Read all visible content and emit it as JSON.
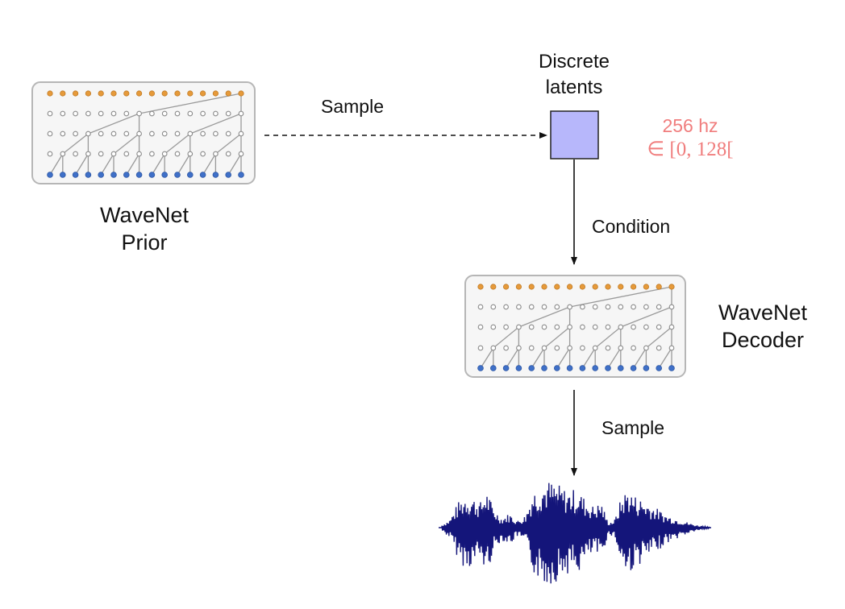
{
  "prior": {
    "title_line1": "WaveNet",
    "title_line2": "Prior"
  },
  "decoder": {
    "title_line1": "WaveNet",
    "title_line2": "Decoder"
  },
  "latents": {
    "label_line1": "Discrete",
    "label_line2": "latents",
    "rate": "256 hz",
    "range": "∈ [0, 128["
  },
  "edges": {
    "sample_1": "Sample",
    "condition": "Condition",
    "sample_2": "Sample"
  },
  "colors": {
    "output_node": "#e69a3a",
    "input_node": "#3f70c8",
    "hidden_node": "#ffffff",
    "latent_box_fill": "#b7b7fb",
    "annotation": "#f07d7d",
    "waveform": "#14157a"
  }
}
